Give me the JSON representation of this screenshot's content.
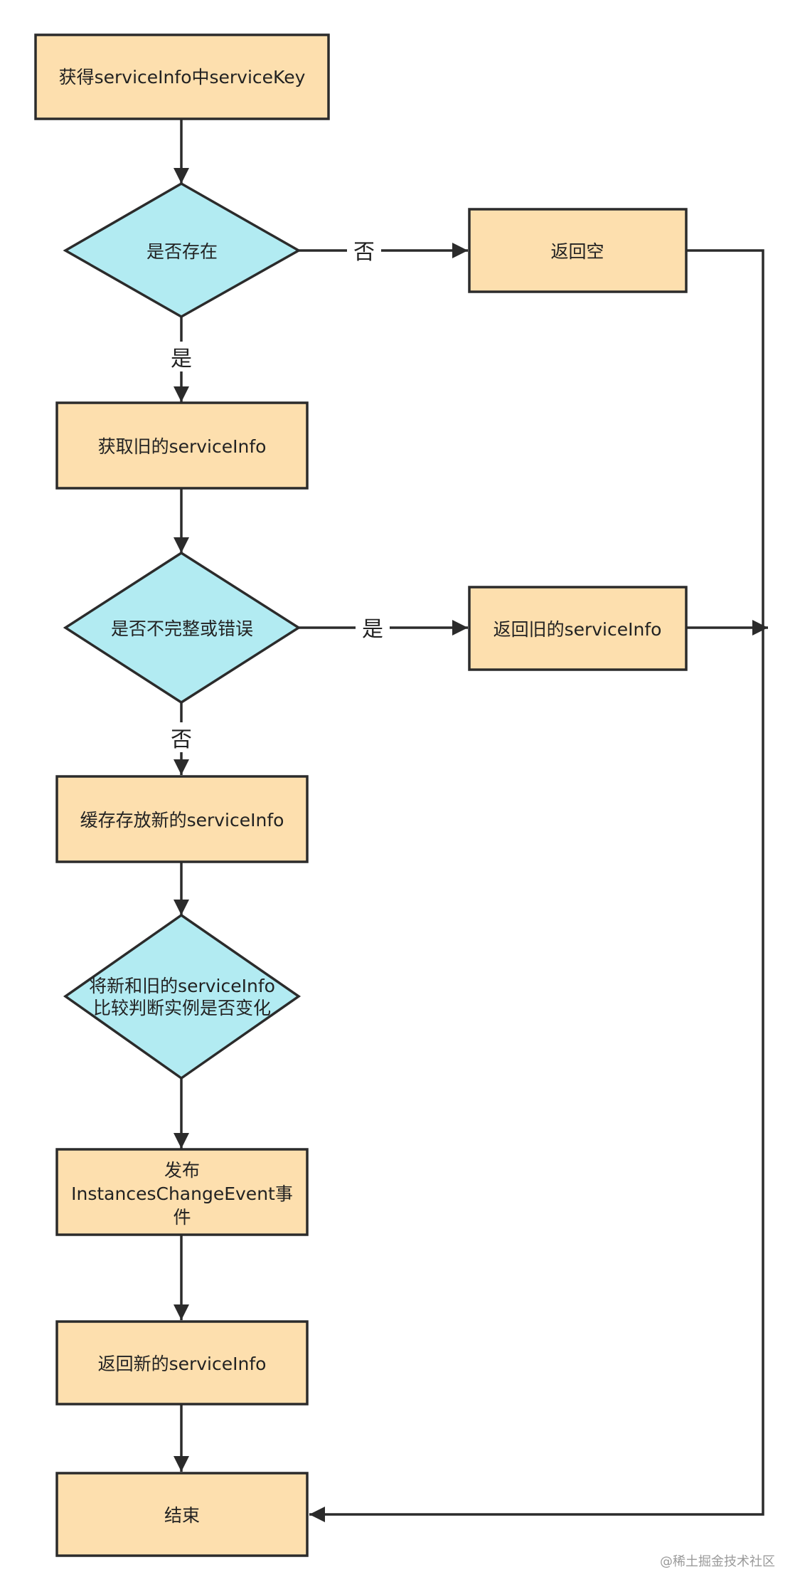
{
  "diagram": {
    "colors": {
      "process_fill": "#FDDFAE",
      "decision_fill": "#B2EBF2",
      "stroke": "#2B2B2B",
      "background": "#FFFFFF",
      "watermark": "#9A9A9A"
    },
    "nodes": {
      "get_service_key": {
        "shape": "rect",
        "label": "获得serviceInfo中serviceKey"
      },
      "exists_check": {
        "shape": "diamond",
        "label": "是否存在"
      },
      "return_empty": {
        "shape": "rect",
        "label": "返回空"
      },
      "get_old_service_info": {
        "shape": "rect",
        "label": "获取旧的serviceInfo"
      },
      "incomplete_check": {
        "shape": "diamond",
        "label": "是否不完整或错误"
      },
      "return_old_service_info": {
        "shape": "rect",
        "label": "返回旧的serviceInfo"
      },
      "cache_new_service_info": {
        "shape": "rect",
        "label": "缓存存放新的serviceInfo"
      },
      "compare_check": {
        "shape": "diamond",
        "label_line1": "将新和旧的serviceInfo",
        "label_line2": "比较判断实例是否变化"
      },
      "publish_event": {
        "shape": "rect",
        "label_line1": "发布",
        "label_line2": "InstancesChangeEvent事",
        "label_line3": "件"
      },
      "return_new_service_info": {
        "shape": "rect",
        "label": "返回新的serviceInfo"
      },
      "end": {
        "shape": "rect",
        "label": "结束"
      }
    },
    "edges": [
      {
        "from": "get_service_key",
        "to": "exists_check",
        "label": ""
      },
      {
        "from": "exists_check",
        "to": "return_empty",
        "label": "否"
      },
      {
        "from": "exists_check",
        "to": "get_old_service_info",
        "label": "是"
      },
      {
        "from": "get_old_service_info",
        "to": "incomplete_check",
        "label": ""
      },
      {
        "from": "incomplete_check",
        "to": "return_old_service_info",
        "label": "是"
      },
      {
        "from": "incomplete_check",
        "to": "cache_new_service_info",
        "label": "否"
      },
      {
        "from": "cache_new_service_info",
        "to": "compare_check",
        "label": ""
      },
      {
        "from": "compare_check",
        "to": "publish_event",
        "label": ""
      },
      {
        "from": "publish_event",
        "to": "return_new_service_info",
        "label": ""
      },
      {
        "from": "return_new_service_info",
        "to": "end",
        "label": ""
      },
      {
        "from": "return_empty",
        "to": "end",
        "label": ""
      },
      {
        "from": "return_old_service_info",
        "to": "end",
        "label": ""
      }
    ],
    "edge_labels": {
      "exists_no": "否",
      "exists_yes": "是",
      "incomplete_yes": "是",
      "incomplete_no": "否"
    },
    "watermark": "@稀土掘金技术社区"
  }
}
